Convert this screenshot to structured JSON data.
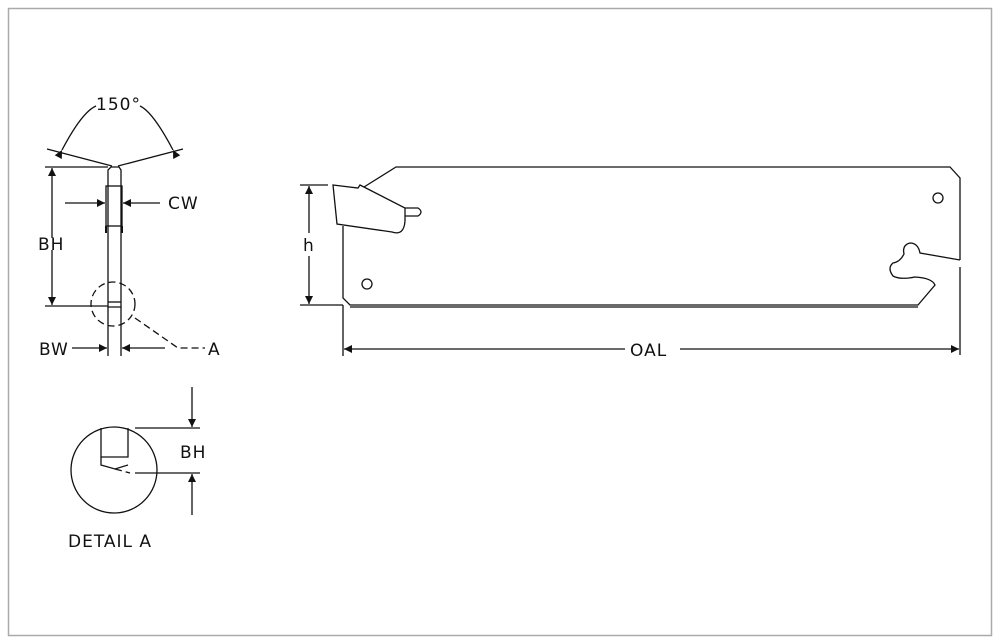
{
  "labels": {
    "angle": "150°",
    "cw": "CW",
    "bh": "BH",
    "bw": "BW",
    "detail_ref": "A",
    "h": "h",
    "oal": "OAL",
    "detail_bh": "BH",
    "detail_title": "DETAIL A"
  },
  "colors": {
    "line": "#111111",
    "frame": "#aaaaaa"
  }
}
